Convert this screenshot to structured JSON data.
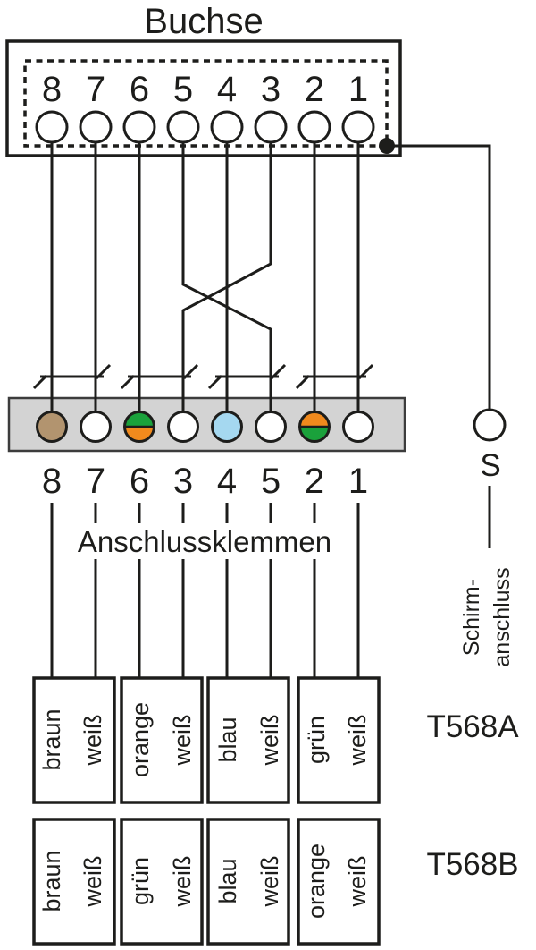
{
  "diagram": {
    "title": "Buchse",
    "socket_pins": [
      "8",
      "7",
      "6",
      "5",
      "4",
      "3",
      "2",
      "1"
    ],
    "terminal_numbers": [
      "8",
      "7",
      "6",
      "3",
      "4",
      "5",
      "2",
      "1"
    ],
    "terminal_label": "Anschlussklemmen",
    "shield": {
      "terminal": "S",
      "label_line1": "Schirm-",
      "label_line2": "anschluss"
    },
    "contacts": [
      {
        "name": "braun",
        "fill": "#b2946f"
      },
      {
        "name": "weiß",
        "fill": "#ffffff"
      },
      {
        "name": "grün-orange",
        "fill_top": "#1aa13b",
        "fill_bottom": "#f18a1d"
      },
      {
        "name": "weiß",
        "fill": "#ffffff"
      },
      {
        "name": "blau",
        "fill": "#a5d8f0"
      },
      {
        "name": "weiß",
        "fill": "#ffffff"
      },
      {
        "name": "orange-grün",
        "fill_top": "#f18a1d",
        "fill_bottom": "#1aa13b"
      },
      {
        "name": "weiß",
        "fill": "#ffffff"
      }
    ],
    "standards": [
      {
        "label": "T568A",
        "pairs": [
          {
            "a": "braun",
            "b": "weiß"
          },
          {
            "a": "orange",
            "b": "weiß"
          },
          {
            "a": "blau",
            "b": "weiß"
          },
          {
            "a": "grün",
            "b": "weiß"
          }
        ]
      },
      {
        "label": "T568B",
        "pairs": [
          {
            "a": "braun",
            "b": "weiß"
          },
          {
            "a": "grün",
            "b": "weiß"
          },
          {
            "a": "blau",
            "b": "weiß"
          },
          {
            "a": "orange",
            "b": "weiß"
          }
        ]
      }
    ],
    "colors": {
      "line": "#1d1d1b",
      "strip_fill": "#d3d3d3"
    }
  }
}
